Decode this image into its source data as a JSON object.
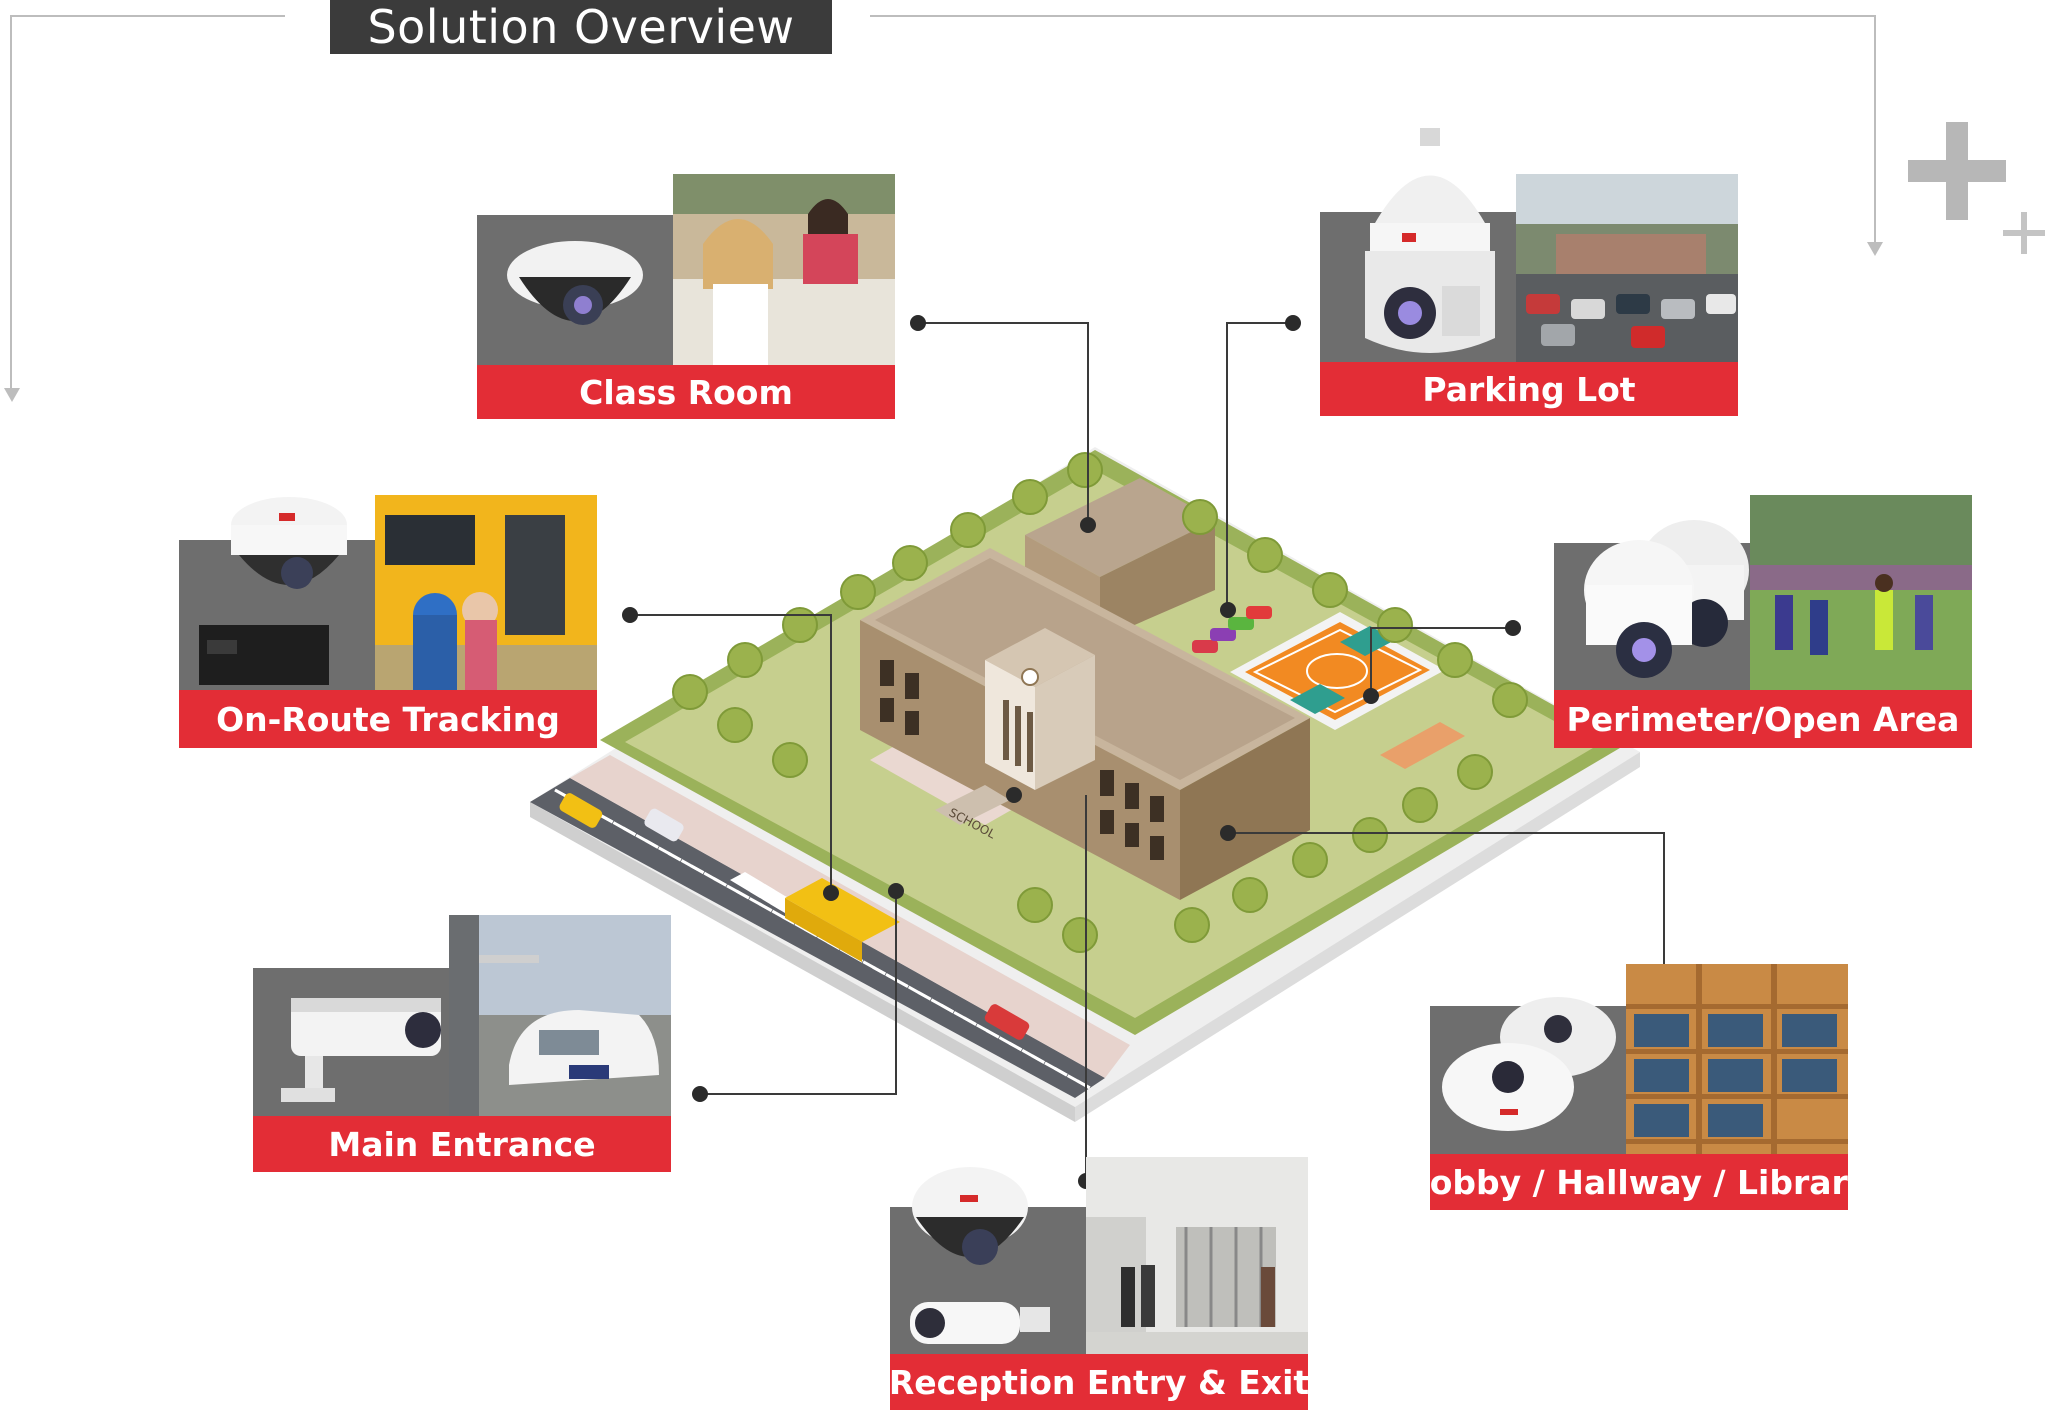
{
  "header": {
    "title": "Solution Overview"
  },
  "cards": {
    "class_room": {
      "label": "Class Room"
    },
    "parking_lot": {
      "label": "Parking Lot"
    },
    "on_route": {
      "label": "On-Route Tracking"
    },
    "perimeter": {
      "label": "Perimeter/Open Area"
    },
    "main_entrance": {
      "label": "Main Entrance"
    },
    "lobby": {
      "label": "Lobby / Hallway / Library"
    },
    "reception": {
      "label": "Reception Entry & Exit"
    }
  },
  "illustration": {
    "school_sign": "SCHOOL"
  },
  "colors": {
    "accent": "#e32d36",
    "title_bg": "#3b3b3b",
    "camera_panel": "#6e6e6e",
    "lawn": "#9bb25a",
    "court": "#f28a22"
  }
}
